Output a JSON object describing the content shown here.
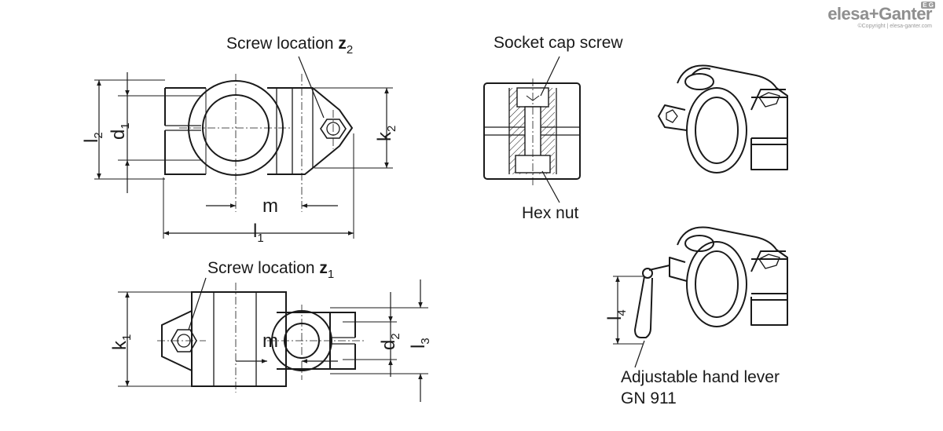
{
  "brand": {
    "logo_text": "elesa+Ganter",
    "badge": "E G",
    "copyright": "©Copyright | elesa-ganter.com"
  },
  "labels": {
    "screw_z2_prefix": "Screw location ",
    "screw_z2_symbol": "z",
    "screw_z2_index": "2",
    "screw_z1_prefix": "Screw location ",
    "screw_z1_symbol": "z",
    "screw_z1_index": "1",
    "socket_cap_screw": "Socket cap screw",
    "hex_nut": "Hex nut",
    "hand_lever_line1": "Adjustable hand lever",
    "hand_lever_line2": "GN 911"
  },
  "dimensions": {
    "l2": {
      "letter": "l",
      "index": "2"
    },
    "d1": {
      "letter": "d",
      "index": "1"
    },
    "k2": {
      "letter": "k",
      "index": "2"
    },
    "m_top": {
      "letter": "m"
    },
    "l1": {
      "letter": "l",
      "index": "1"
    },
    "k1": {
      "letter": "k",
      "index": "1"
    },
    "m_bottom": {
      "letter": "m"
    },
    "d2": {
      "letter": "d",
      "index": "2"
    },
    "l3": {
      "letter": "l",
      "index": "3"
    },
    "l4": {
      "letter": "l",
      "index": "4"
    }
  }
}
